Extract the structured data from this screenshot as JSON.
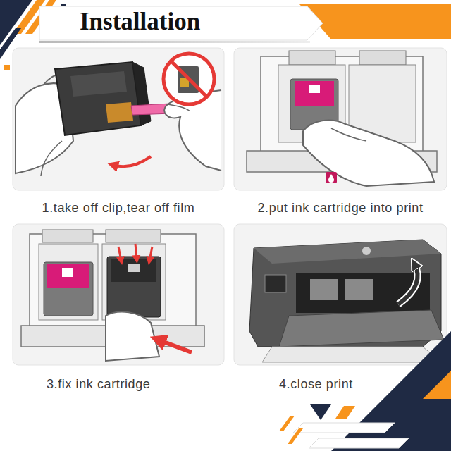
{
  "diagram": {
    "title": "Installation",
    "nodes": [
      {
        "text": [
          "1.take off clip,tear off film"
        ]
      },
      {
        "text": [
          "2.put ink cartridge into print"
        ]
      },
      {
        "text": [
          "3.fix ink cartridge"
        ]
      },
      {
        "text": [
          "4.close print"
        ]
      }
    ]
  }
}
